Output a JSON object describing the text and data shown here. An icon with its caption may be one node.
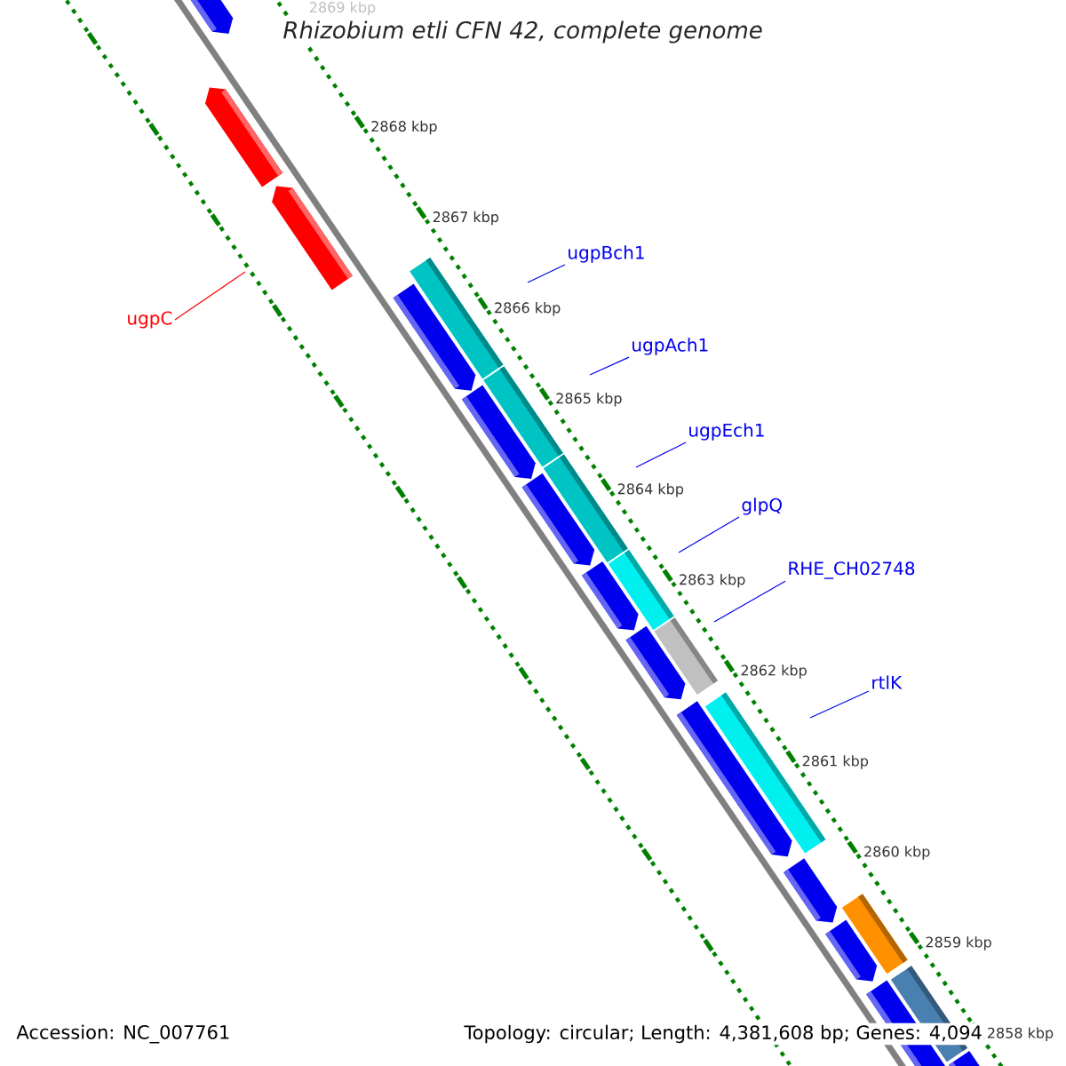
{
  "diagram": {
    "title": "Rhizobium etli CFN 42, complete genome",
    "nodes": [
      {
        "text": [
          "ugpC"
        ]
      },
      {
        "text": [
          "ugpBch1"
        ]
      },
      {
        "text": [
          "ugpAch1"
        ]
      },
      {
        "text": [
          "ugpEch1"
        ]
      },
      {
        "text": [
          "glpQ"
        ]
      },
      {
        "text": [
          "RHE_CH02748"
        ]
      },
      {
        "text": [
          "rtlK"
        ]
      }
    ],
    "edges": [
      {
        "from": 0,
        "to": null,
        "arrow": "none",
        "color": "#ff0000"
      },
      {
        "from": 1,
        "to": null,
        "arrow": "none"
      },
      {
        "from": 2,
        "to": null,
        "arrow": "none"
      },
      {
        "from": 3,
        "to": null,
        "arrow": "none"
      },
      {
        "from": 4,
        "to": null,
        "arrow": "none"
      },
      {
        "from": 5,
        "to": null,
        "arrow": "none"
      },
      {
        "from": 6,
        "to": null,
        "arrow": "none"
      }
    ],
    "labels": [
      "2869 kbp",
      "2868 kbp",
      "2867 kbp",
      "2866 kbp",
      "2865 kbp",
      "2864 kbp",
      "2863 kbp",
      "2862 kbp",
      "2861 kbp",
      "2860 kbp",
      "2859 kbp",
      "2858 kbp",
      "Accession: NC_007761",
      "Topology: circular; Length: 4,381,608 bp; Genes: 4,094"
    ]
  }
}
